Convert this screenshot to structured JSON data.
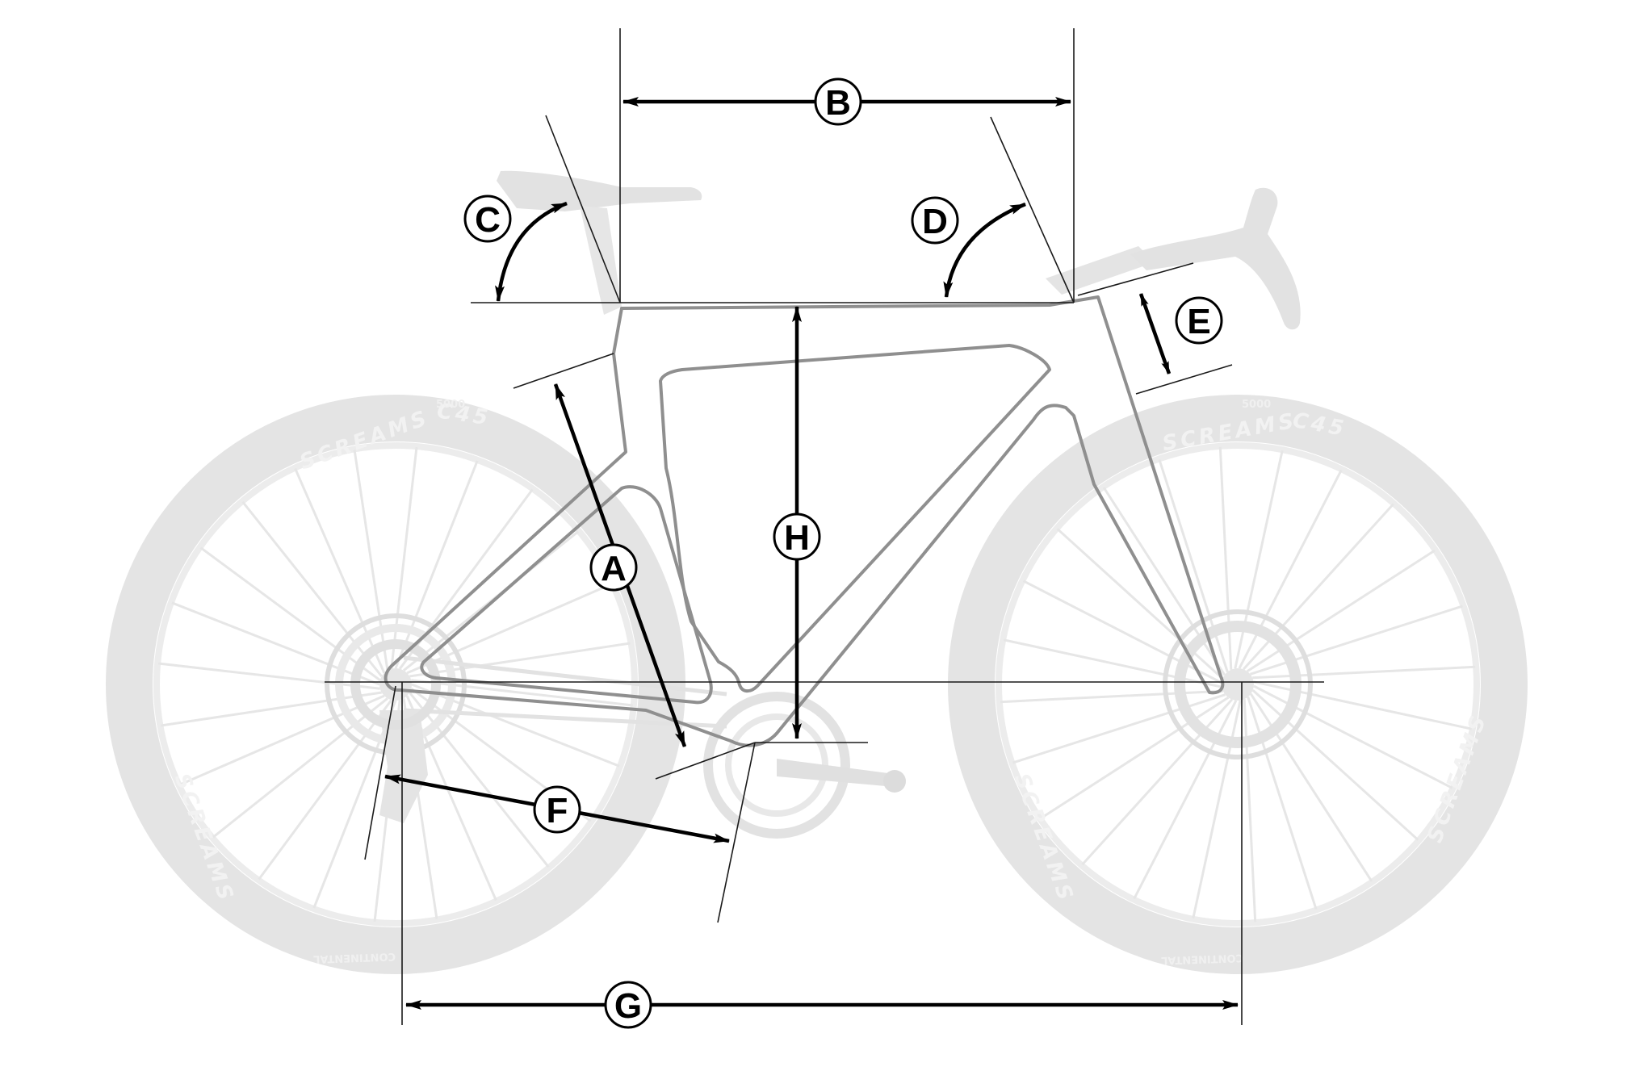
{
  "diagram": {
    "labels": {
      "a": "A",
      "b": "B",
      "c": "C",
      "d": "D",
      "e": "E",
      "f": "F",
      "g": "G",
      "h": "H"
    },
    "tire_brand": "SCREAMS",
    "tire_model": "C45",
    "tire_maker": "CONTINENTAL",
    "tire_size": "5000",
    "colors": {
      "dimension_line": "#000000",
      "guide_line": "#1a1a1a",
      "frame_outline": "#8f8f8f",
      "ghost_bike": "#e3e3e3",
      "label_fill": "#ffffff"
    }
  }
}
